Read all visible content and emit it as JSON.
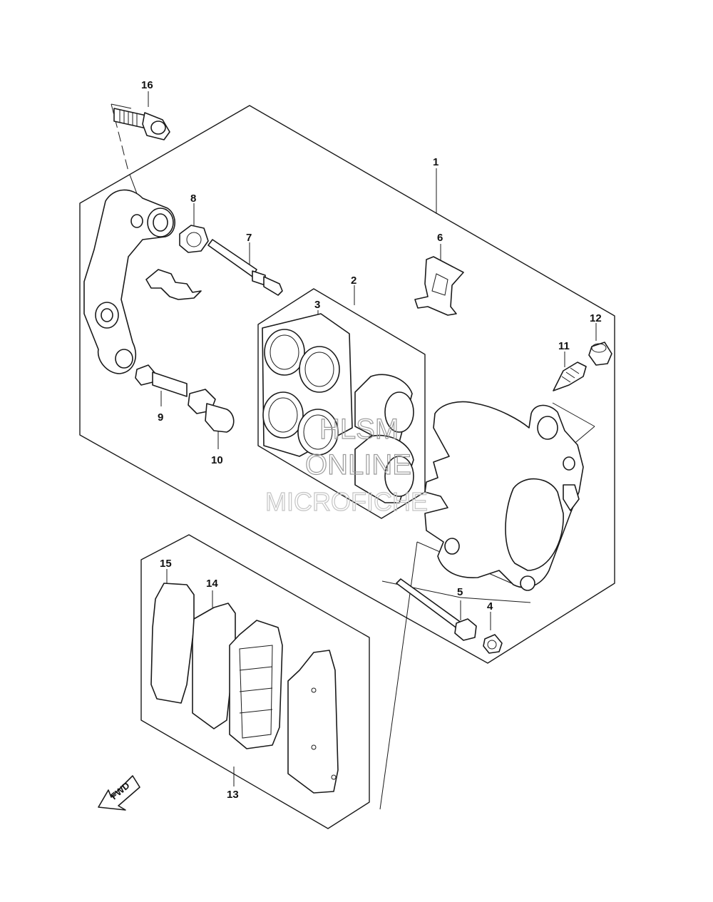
{
  "callouts": [
    "1",
    "2",
    "3",
    "4",
    "5",
    "6",
    "7",
    "8",
    "9",
    "10",
    "11",
    "12",
    "13",
    "14",
    "15",
    "16"
  ],
  "watermark": {
    "line1": "HLSM",
    "line2": "ONLINE",
    "line3": "MICROFICHE"
  },
  "direction_arrow": {
    "label": "FWD",
    "icon": "arrow-forward-icon"
  }
}
